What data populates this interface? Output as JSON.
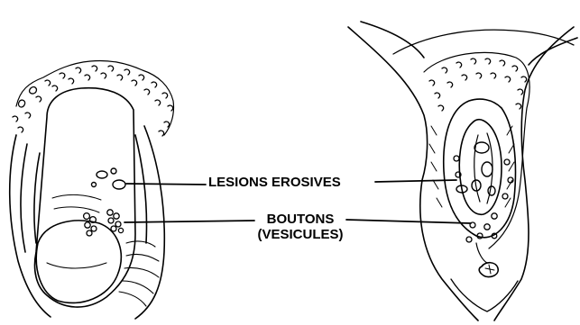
{
  "labels": {
    "erosive_lesions": "LESIONS EROSIVES",
    "vesicles_line1": "BOUTONS",
    "vesicles_line2": "(VESICULES)"
  },
  "colors": {
    "ink": "#000000",
    "paper": "#ffffff"
  }
}
